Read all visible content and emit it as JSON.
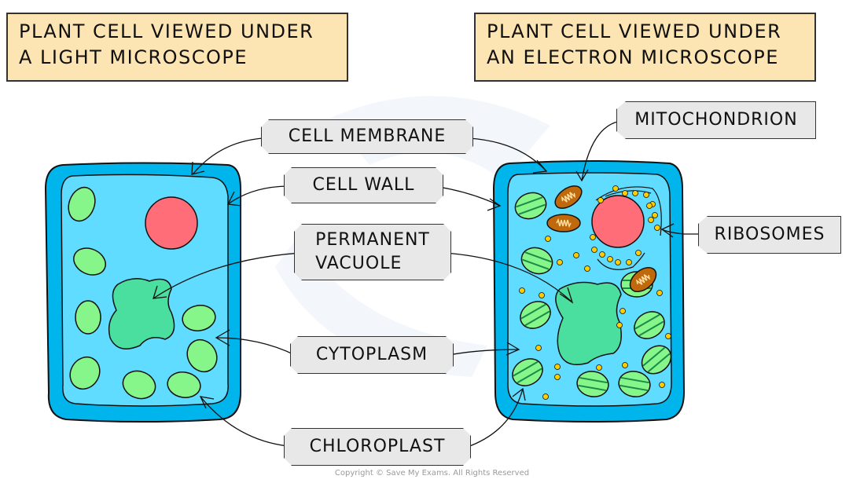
{
  "titles": {
    "light": [
      "PLANT CELL VIEWED UNDER",
      "A LIGHT MICROSCOPE"
    ],
    "electron": [
      "PLANT CELL VIEWED UNDER",
      "AN ELECTRON MICROSCOPE"
    ]
  },
  "labels": {
    "cell_membrane": "CELL MEMBRANE",
    "cell_wall": "CELL WALL",
    "permanent_vacuole": [
      "PERMANENT",
      "VACUOLE"
    ],
    "cytoplasm": "CYTOPLASM",
    "chloroplast": "CHLOROPLAST",
    "mitochondrion": "MITOCHONDRION",
    "ribosomes": "RIBOSOMES"
  },
  "colors": {
    "title_bg": "#fde4b3",
    "label_bg": "#e8e8e8",
    "cell_wall": "#00b4ec",
    "cytoplasm": "#5fdcff",
    "nucleus": "#ff6e78",
    "vacuole": "#4ade9f",
    "chloroplast": "#86f58a",
    "mitochondrion": "#c0690c",
    "ribosome": "#ffcc00"
  },
  "copyright": "Copyright © Save My Exams. All Rights Reserved"
}
